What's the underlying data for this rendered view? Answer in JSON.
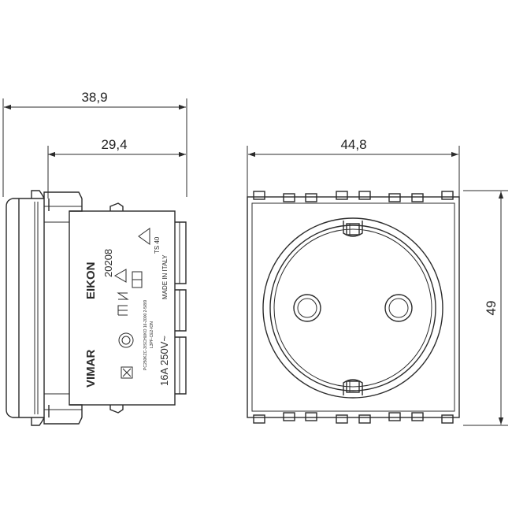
{
  "dimensions": {
    "overall_depth": "38,9",
    "body_depth": "29,4",
    "width": "44,8",
    "height": "49"
  },
  "markings": {
    "brand": "VIMAR",
    "series": "EIKON",
    "code": "20208",
    "rating": "16A  250V~",
    "origin": "MADE IN ITALY",
    "approval": "TS 40",
    "standard_1": "PC250KZC-3/SCHUKO 16-2000 2-5/8/9",
    "standard_2": "L3PF-CE2-ION"
  },
  "colors": {
    "line": "#2b2b2b",
    "background": "#ffffff"
  }
}
